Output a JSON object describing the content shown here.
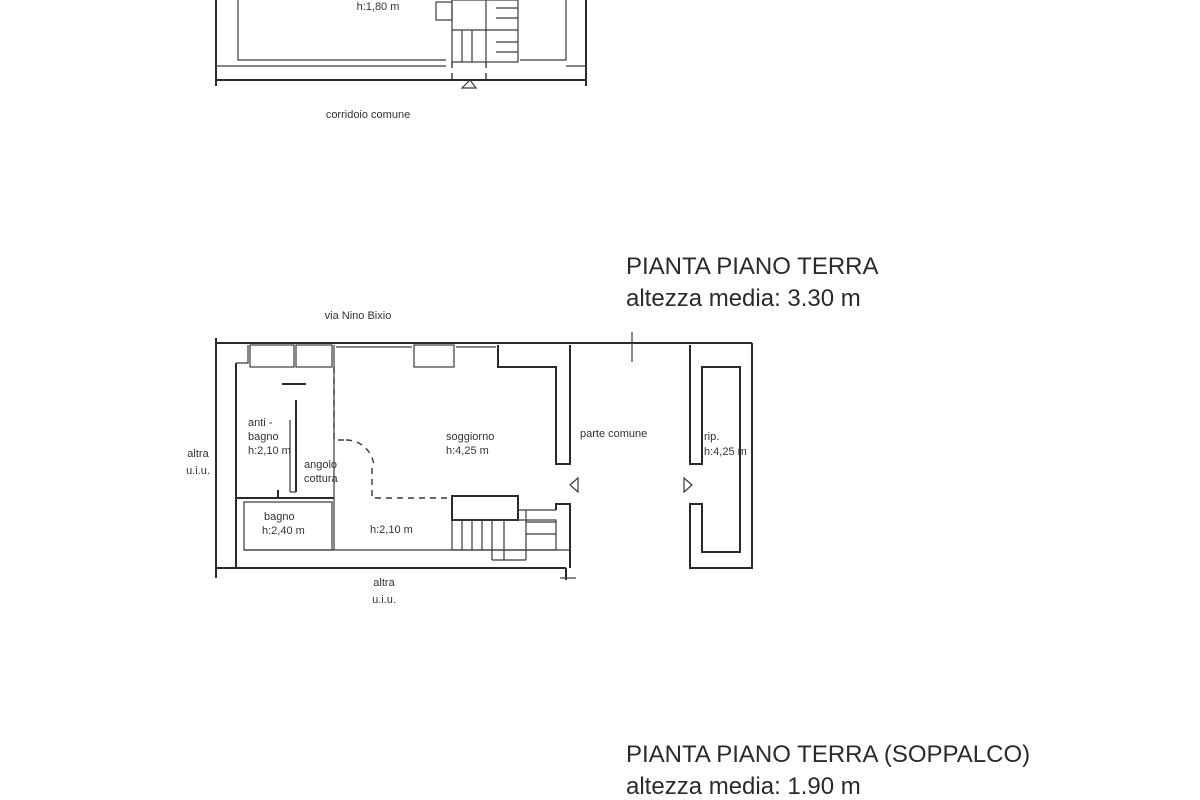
{
  "top_plan": {
    "height_label": "h:1,80 m",
    "corridor_label": "corridoio comune"
  },
  "ground_floor": {
    "title": "PIANTA PIANO TERRA",
    "subtitle": "altezza media: 3.30 m",
    "street_label": "via Nino Bixio",
    "left_neighbor_line1": "altra",
    "left_neighbor_line2": "u.i.u.",
    "bottom_neighbor_line1": "altra",
    "bottom_neighbor_line2": "u.i.u.",
    "antibagno_line1": "anti -",
    "antibagno_line2": "bagno",
    "antibagno_height": "h:2,10 m",
    "angolo_line1": "angolo",
    "angolo_line2": "cottura",
    "bagno_name": "bagno",
    "bagno_height": "h:2,40 m",
    "soggiorno_name": "soggiorno",
    "soggiorno_height": "h:4,25 m",
    "under_loft_height": "h:2,10 m",
    "common_area_label": "parte comune",
    "storage_name": "rip.",
    "storage_height": "h:4,25 m"
  },
  "loft": {
    "title": "PIANTA PIANO TERRA (SOPPALCO)",
    "subtitle": "altezza media: 1.90 m"
  }
}
